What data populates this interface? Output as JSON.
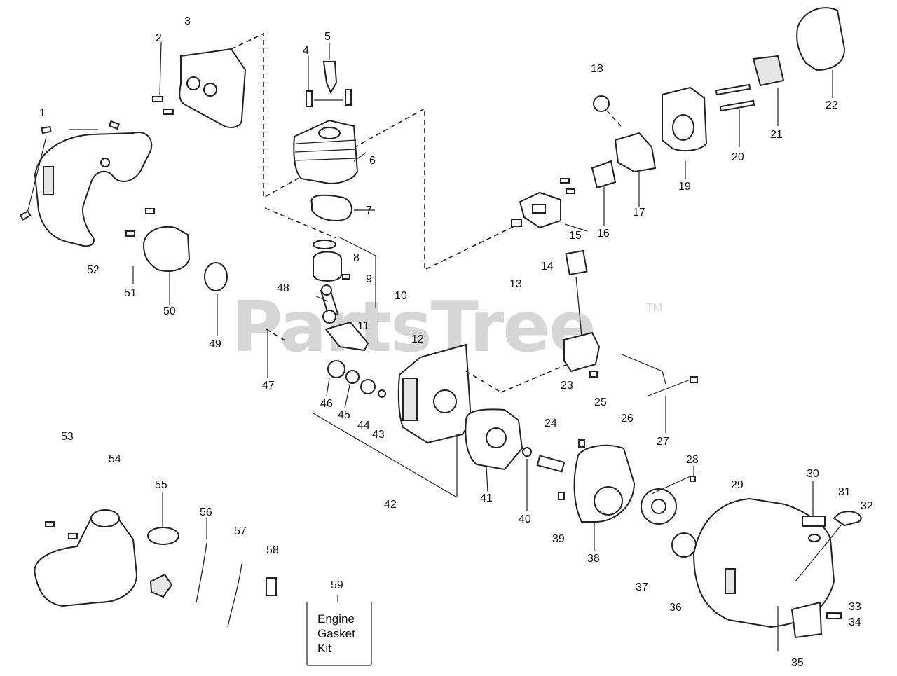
{
  "watermark": {
    "text": "PartsTree",
    "trademark": "TM"
  },
  "kit": {
    "number": "59",
    "lines": [
      "Engine",
      "Gasket",
      "Kit"
    ]
  },
  "callouts": [
    "1",
    "2",
    "3",
    "4",
    "5",
    "6",
    "7",
    "8",
    "9",
    "10",
    "11",
    "12",
    "13",
    "14",
    "15",
    "16",
    "17",
    "18",
    "19",
    "20",
    "21",
    "22",
    "23",
    "24",
    "25",
    "26",
    "27",
    "28",
    "29",
    "30",
    "31",
    "32",
    "33",
    "34",
    "35",
    "36",
    "37",
    "38",
    "39",
    "40",
    "41",
    "42",
    "43",
    "44",
    "45",
    "46",
    "47",
    "48",
    "49",
    "50",
    "51",
    "52",
    "53",
    "54",
    "55",
    "56",
    "57",
    "58"
  ]
}
